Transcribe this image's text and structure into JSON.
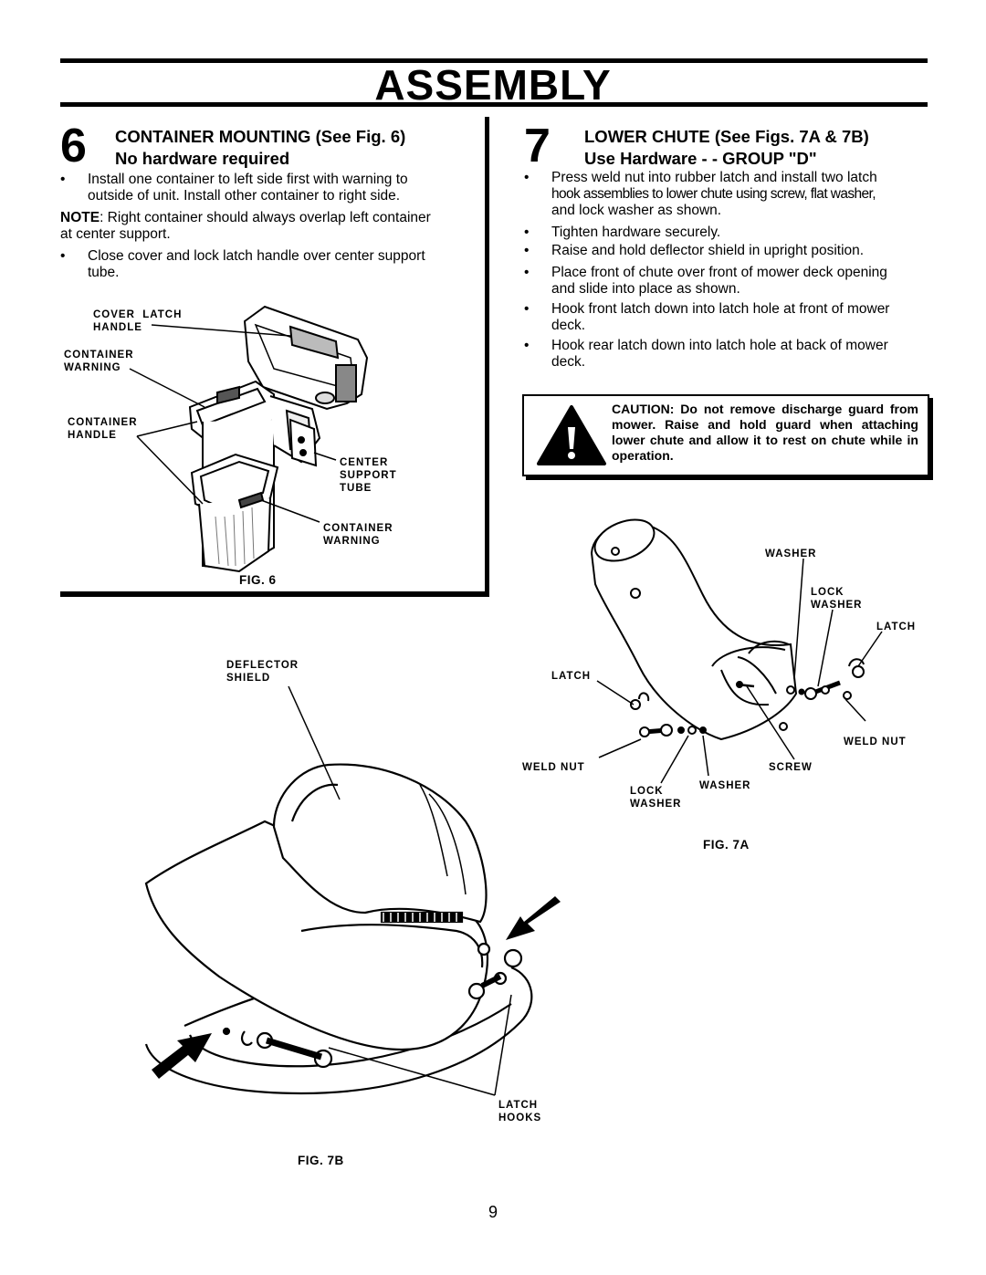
{
  "header": {
    "title": "ASSEMBLY"
  },
  "step6": {
    "number": "6",
    "heading_line1": "CONTAINER MOUNTING (See Fig. 6)",
    "heading_line2": "No hardware required",
    "bullet1_line1": "Install one container to left side first with warning to",
    "bullet1_line2": "outside of unit. Install other container to right side.",
    "note_label": "NOTE",
    "note_line1": ": Right container should always overlap left container",
    "note_line2": "at  center support.",
    "bullet2_line1": "Close cover and lock latch handle over center support",
    "bullet2_line2": "tube.",
    "figure": {
      "caption": "FIG. 6",
      "labels": {
        "cover_latch_handle": "COVER  LATCH\nHANDLE",
        "container_warning_top": "CONTAINER\nWARNING",
        "container_handle": "CONTAINER\nHANDLE",
        "center_support_tube": "CENTER\nSUPPORT\nTUBE",
        "container_warning_bottom": "CONTAINER\nWARNING"
      }
    }
  },
  "step7": {
    "number": "7",
    "heading_line1": "LOWER CHUTE (See Figs. 7A & 7B)",
    "heading_line2": "Use Hardware - - GROUP \"D\"",
    "bullets": [
      [
        "Press weld nut into rubber latch and install two latch",
        "hook assemblies to lower chute using screw, flat washer,",
        "and lock washer as shown."
      ],
      [
        "Tighten hardware securely."
      ],
      [
        "Raise and hold deflector shield in upright position."
      ],
      [
        "Place front of chute over front of mower deck opening",
        "and slide into place as shown."
      ],
      [
        "Hook front latch down into latch hole at front of mower",
        "deck."
      ],
      [
        "Hook rear latch down into latch hole at back of mower",
        "deck."
      ]
    ],
    "caution_text": "CAUTION: Do not remove discharge guard from mower. Raise and hold guard when attaching lower chute and allow it to rest on chute while in operation.",
    "fig7a": {
      "caption": "FIG. 7A",
      "labels": {
        "washer_top": "WASHER",
        "lock_washer_right": "LOCK\nWASHER",
        "latch_right": "LATCH",
        "latch_left": "LATCH",
        "weld_nut_right": "WELD NUT",
        "weld_nut_left": "WELD NUT",
        "screw": "SCREW",
        "washer_bottom": "WASHER",
        "lock_washer_bottom": "LOCK\nWASHER"
      }
    }
  },
  "fig7b": {
    "caption": "FIG. 7B",
    "labels": {
      "deflector_shield": "DEFLECTOR\nSHIELD",
      "latch_hooks": "LATCH\nHOOKS"
    }
  },
  "page_number": "9",
  "colors": {
    "ink": "#000000",
    "paper": "#ffffff"
  }
}
